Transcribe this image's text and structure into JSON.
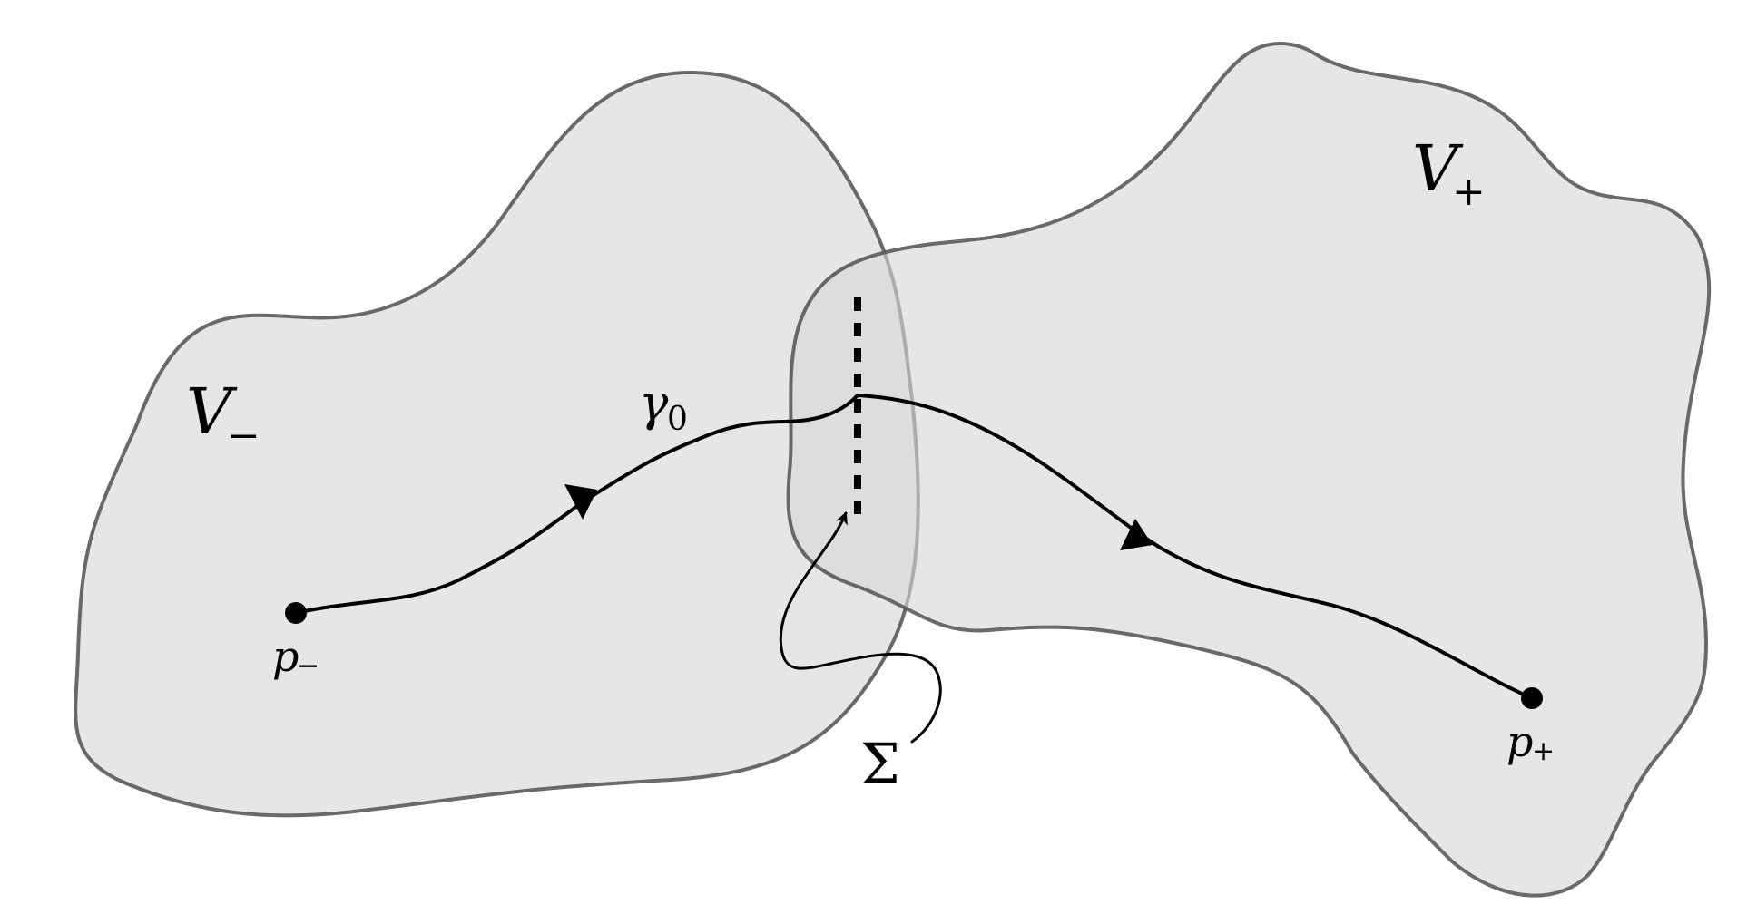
{
  "diagram": {
    "regions": [
      {
        "id": "v-minus",
        "label_main": "V",
        "label_sub": "−"
      },
      {
        "id": "v-plus",
        "label_main": "V",
        "label_sub": "+"
      }
    ],
    "points": [
      {
        "id": "p-minus",
        "label_main": "p",
        "label_sub": "−"
      },
      {
        "id": "p-plus",
        "label_main": "p",
        "label_sub": "+"
      }
    ],
    "curve": {
      "label_main": "γ",
      "label_sub": "0"
    },
    "surface": {
      "label": "Σ"
    }
  }
}
